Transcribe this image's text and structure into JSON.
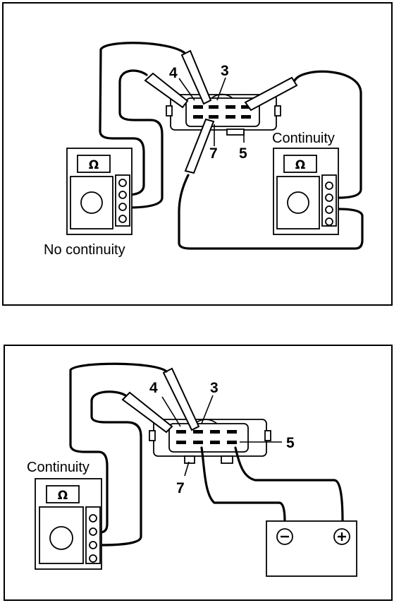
{
  "panel_top": {
    "labels": {
      "no_continuity": "No continuity",
      "continuity": "Continuity"
    },
    "pins": [
      "4",
      "3",
      "7",
      "5"
    ],
    "meter_symbol": "Ω"
  },
  "panel_bottom": {
    "labels": {
      "continuity": "Continuity"
    },
    "pins": [
      "4",
      "3",
      "5",
      "7"
    ],
    "meter_symbol": "Ω",
    "battery": {
      "negative": "⊖",
      "positive": "⊕"
    }
  }
}
